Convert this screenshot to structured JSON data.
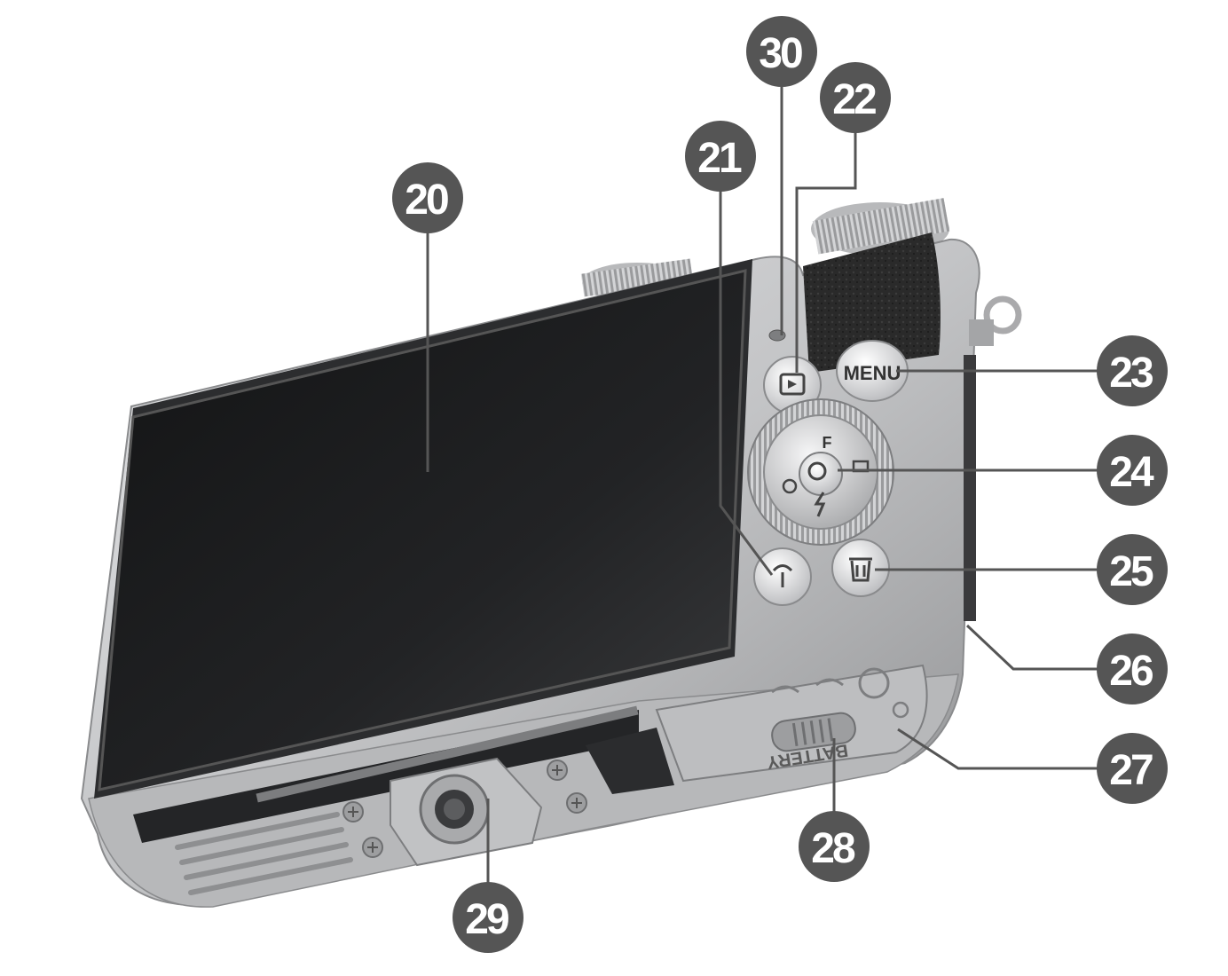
{
  "callouts": [
    {
      "id": "20",
      "label": "20"
    },
    {
      "id": "21",
      "label": "21"
    },
    {
      "id": "22",
      "label": "22"
    },
    {
      "id": "23",
      "label": "23"
    },
    {
      "id": "24",
      "label": "24"
    },
    {
      "id": "25",
      "label": "25"
    },
    {
      "id": "26",
      "label": "26"
    },
    {
      "id": "27",
      "label": "27"
    },
    {
      "id": "28",
      "label": "28"
    },
    {
      "id": "29",
      "label": "29"
    },
    {
      "id": "30",
      "label": "30"
    }
  ],
  "camera": {
    "menu_button_label": "MENU",
    "dpad_top_glyph": "F",
    "battery_door_text": "BATTERY",
    "body_color": "#c9cacc",
    "screen_color": "#1f2022",
    "grip_color": "#2a2a2a"
  },
  "colors": {
    "callout_fill": "#555555",
    "leader_line": "#555555"
  }
}
